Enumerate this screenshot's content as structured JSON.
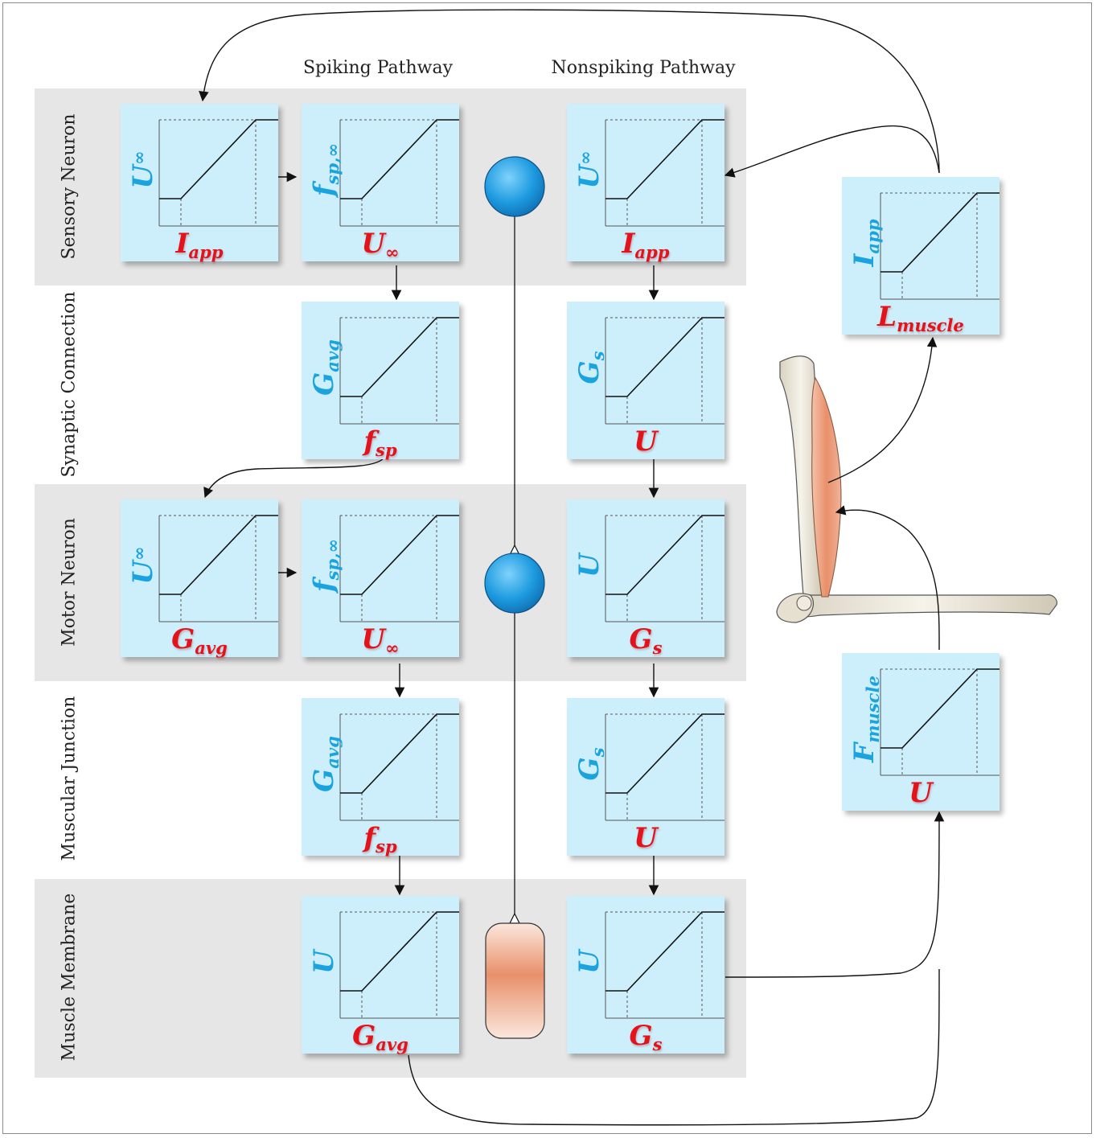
{
  "columns": {
    "spiking": "Spiking Pathway",
    "nonspiking": "Nonspiking Pathway"
  },
  "rows": {
    "sensory": "Sensory Neuron",
    "synaptic": "Synaptic Connection",
    "motor": "Motor Neuron",
    "junction": "Muscular Junction",
    "membrane": "Muscle Membrane"
  },
  "cards": {
    "sensory_u": {
      "y_main": "U",
      "y_sub": "",
      "y_sup": "∞",
      "x_main": "I",
      "x_sub": "app",
      "x_sup": ""
    },
    "sensory_fsp": {
      "y_main": "f",
      "y_sub": "sp,∞",
      "y_sup": "",
      "x_main": "U",
      "x_sub": "∞",
      "x_sup": ""
    },
    "sensory_ns": {
      "y_main": "U",
      "y_sub": "",
      "y_sup": "∞",
      "x_main": "I",
      "x_sub": "app",
      "x_sup": ""
    },
    "syn_spk": {
      "y_main": "G",
      "y_sub": "avg",
      "y_sup": "",
      "x_main": "f",
      "x_sub": "sp",
      "x_sup": ""
    },
    "syn_ns": {
      "y_main": "G",
      "y_sub": "s",
      "y_sup": "",
      "x_main": "U",
      "x_sub": "",
      "x_sup": ""
    },
    "motor_u": {
      "y_main": "U",
      "y_sub": "",
      "y_sup": "∞",
      "x_main": "G",
      "x_sub": "avg",
      "x_sup": ""
    },
    "motor_fsp": {
      "y_main": "f",
      "y_sub": "sp,∞",
      "y_sup": "",
      "x_main": "U",
      "x_sub": "∞",
      "x_sup": ""
    },
    "motor_ns": {
      "y_main": "U",
      "y_sub": "",
      "y_sup": "",
      "x_main": "G",
      "x_sub": "s",
      "x_sup": ""
    },
    "junc_spk": {
      "y_main": "G",
      "y_sub": "avg",
      "y_sup": "",
      "x_main": "f",
      "x_sub": "sp",
      "x_sup": ""
    },
    "junc_ns": {
      "y_main": "G",
      "y_sub": "s",
      "y_sup": "",
      "x_main": "U",
      "x_sub": "",
      "x_sup": ""
    },
    "memb_spk": {
      "y_main": "U",
      "y_sub": "",
      "y_sup": "",
      "x_main": "G",
      "x_sub": "avg",
      "x_sup": ""
    },
    "memb_ns": {
      "y_main": "U",
      "y_sub": "",
      "y_sup": "",
      "x_main": "G",
      "x_sub": "s",
      "x_sup": ""
    },
    "length": {
      "y_main": "I",
      "y_sub": "app",
      "y_sup": "",
      "x_main": "L",
      "x_sub": "muscle",
      "x_sup": ""
    },
    "force": {
      "y_main": "F",
      "y_sub": "muscle",
      "y_sup": "",
      "x_main": "U",
      "x_sub": "",
      "x_sup": ""
    }
  },
  "colors": {
    "band": "#e6e6e6",
    "card": "#cdeefb",
    "y_label": "#1aa3df",
    "x_label": "#e3131b",
    "neuron": "#1e9be0",
    "muscle": "#e8906a",
    "connector": "#111111"
  },
  "icons": {
    "neuron": "blue-sphere",
    "muscle_cell": "muscle-capsule",
    "arm": "bone-muscle-joint",
    "curve": "saturating-ramp"
  }
}
